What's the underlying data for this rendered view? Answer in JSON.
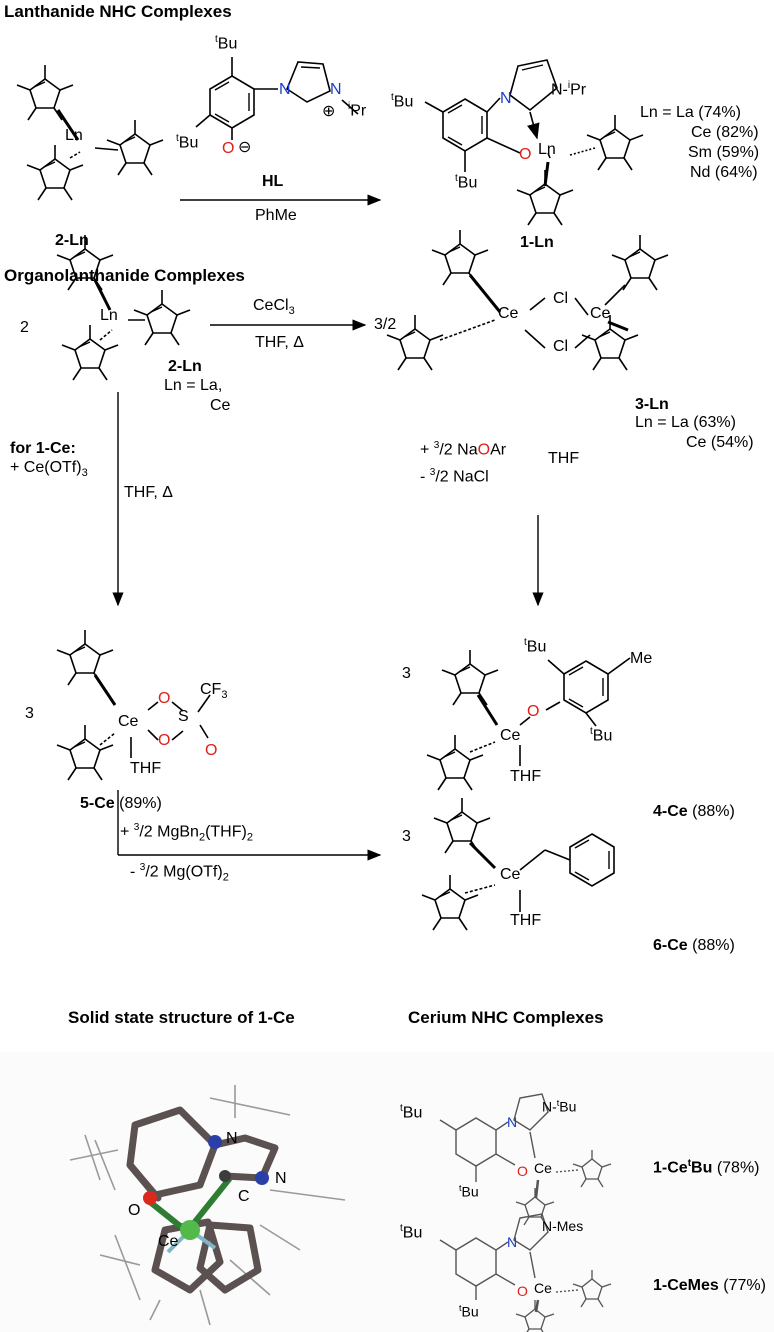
{
  "sections": {
    "s1": "Lanthanide NHC Complexes",
    "s2": "Organolanthanide Complexes",
    "s3": "Solid state structure of 1-Ce",
    "s4": "Cerium NHC Complexes"
  },
  "r1": {
    "start": "2-Ln",
    "reagent": "HL",
    "solvent": "PhMe",
    "product": "1-Ln",
    "ln_line1": "Ln = La (74%)",
    "ln_line2": "Ce (82%)",
    "ln_line3": "Sm (59%)",
    "ln_line4": "Nd (64%)"
  },
  "r2": {
    "coef_start": "2",
    "start": "2-Ln",
    "start_ln": "Ln = La,",
    "start_ce": "Ce",
    "reagent": "CeCl3",
    "conditions": "THF, Δ",
    "coef_product": "3/2",
    "product": "3-Ln",
    "prod_la": "Ln = La (63%)",
    "prod_ce": "Ce (54%)",
    "naoar_pre": "+ ",
    "naoar_sup": "3",
    "naoar_na": "/2 Na",
    "naoar_o": "O",
    "naoar_ar": "Ar",
    "nacl_pre": "- ",
    "nacl_sup": "3",
    "nacl_post": "/2 NaCl",
    "thf": "THF",
    "for_ce": "for 1-Ce:",
    "ceotf": "+ Ce(OTf)3",
    "thf_delta": "THF, Δ",
    "coef_5": "3",
    "p5": "5-Ce",
    "p5_yield": "(89%)",
    "coef_4": "3",
    "p4": "4-Ce",
    "p4_yield": "(88%)",
    "coef_6": "3",
    "p6": "6-Ce",
    "p6_yield": "(88%)",
    "mg_pre": "+ ",
    "mg_sup": "3",
    "mg_post": "/2 MgBn2(THF)2",
    "mgotf_pre": "- ",
    "mgotf_sup": "3",
    "mgotf_post": "/2 Mg(OTf)2"
  },
  "atoms": {
    "ln": "Ln",
    "ce": "Ce",
    "o": "O",
    "n": "N",
    "s": "S",
    "cl": "Cl",
    "tbu": "tBu",
    "ipr": "iPr",
    "me": "Me",
    "cf3": "CF3",
    "thf": "THF",
    "mes": "N-Mes",
    "ntbu": "N-tBu",
    "nipr": "N-iPr",
    "c": "C"
  },
  "ce_nhc": {
    "c1": "1-CetBu",
    "c1_yield": "(78%)",
    "c2": "1-CeMes",
    "c2_yield": "(77%)"
  },
  "colors": {
    "oxygen": "#e0201b",
    "nitrogen": "#1a3cc8",
    "cerium_xray": "#52b94a",
    "bond_gray": "#555555"
  }
}
